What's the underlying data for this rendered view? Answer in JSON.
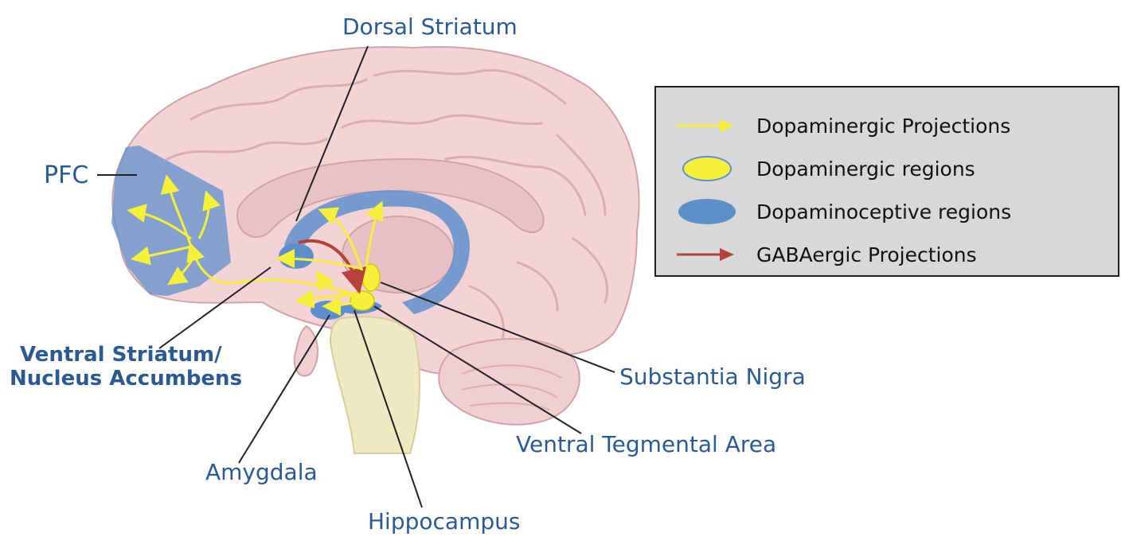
{
  "labels": {
    "dorsal_striatum": "Dorsal Striatum",
    "pfc": "PFC",
    "ventral_striatum_line1": "Ventral Striatum/",
    "ventral_striatum_line2": "Nucleus Accumbens",
    "amygdala": "Amygdala",
    "hippocampus": "Hippocampus",
    "substantia_nigra": "Substantia Nigra",
    "vta": "Ventral Tegmental Area"
  },
  "legend": {
    "items": [
      {
        "label": "Dopaminergic Projections",
        "icon": "yellow-arrow-icon"
      },
      {
        "label": "Dopaminergic regions",
        "icon": "yellow-ellipse-icon"
      },
      {
        "label": "Dopaminoceptive regions",
        "icon": "blue-ellipse-icon"
      },
      {
        "label": "GABAergic Projections",
        "icon": "red-arrow-icon"
      }
    ]
  },
  "colors": {
    "label_blue": "#2b5a93",
    "brain_pink": "#f3d3d5",
    "brain_outline": "#cfa3a8",
    "dopaminergic_yellow": "#f5f03a",
    "dopaminoceptive_blue": "#5f8fcb",
    "gabaergic_red": "#b5413a",
    "brainstem": "#efeac2",
    "legend_bg": "#d8d8d8"
  }
}
